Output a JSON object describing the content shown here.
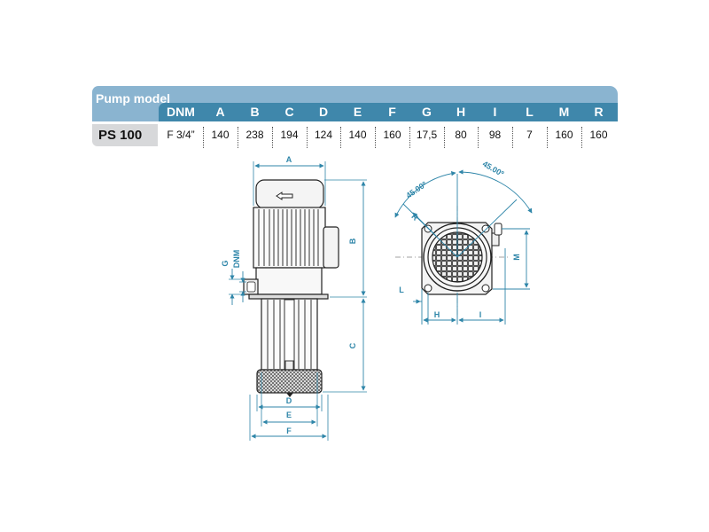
{
  "table": {
    "header_label": "Pump model",
    "columns": [
      "DNM",
      "A",
      "B",
      "C",
      "D",
      "E",
      "F",
      "G",
      "H",
      "I",
      "L",
      "M",
      "R"
    ],
    "model": "PS 100",
    "values": [
      "F 3/4”",
      "140",
      "238",
      "194",
      "124",
      "140",
      "160",
      "17,5",
      "80",
      "98",
      "7",
      "160",
      "160"
    ]
  },
  "drawing": {
    "side_labels": {
      "A": "A",
      "B": "B",
      "C": "C",
      "D": "D",
      "E": "E",
      "F": "F",
      "G": "G",
      "DNM": "DNM"
    },
    "top_labels": {
      "angle1": "45.00º",
      "angle2": "45.00º",
      "R": "R",
      "M": "M",
      "L": "L",
      "H": "H",
      "I": "I"
    }
  },
  "colors": {
    "accent": "#3f87ab",
    "band": "#8ab4d0",
    "dim": "#2f86a9",
    "model_bg": "#d7d8da"
  }
}
